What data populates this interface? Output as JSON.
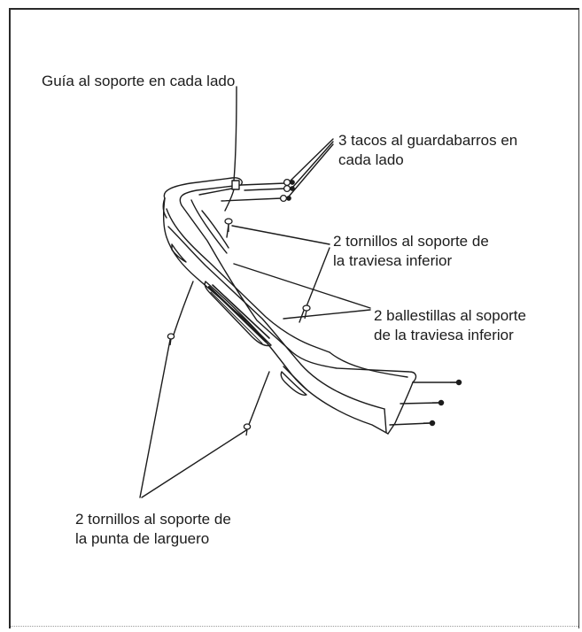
{
  "diagram": {
    "labels": {
      "guide": "Guía al soporte en cada lado",
      "plugs_line1": "3 tacos al guardabarros en",
      "plugs_line2": "cada lado",
      "lower_screws_line1": "2 tornillos al soporte de",
      "lower_screws_line2": "la traviesa inferior",
      "clips_line1": "2 ballestillas al soporte",
      "clips_line2": "de la traviesa inferior",
      "tip_screws_line1": "2 tornillos al soporte de",
      "tip_screws_line2": "la punta de larguero"
    },
    "colors": {
      "ink": "#1c1c1c",
      "paper": "#ffffff"
    }
  }
}
